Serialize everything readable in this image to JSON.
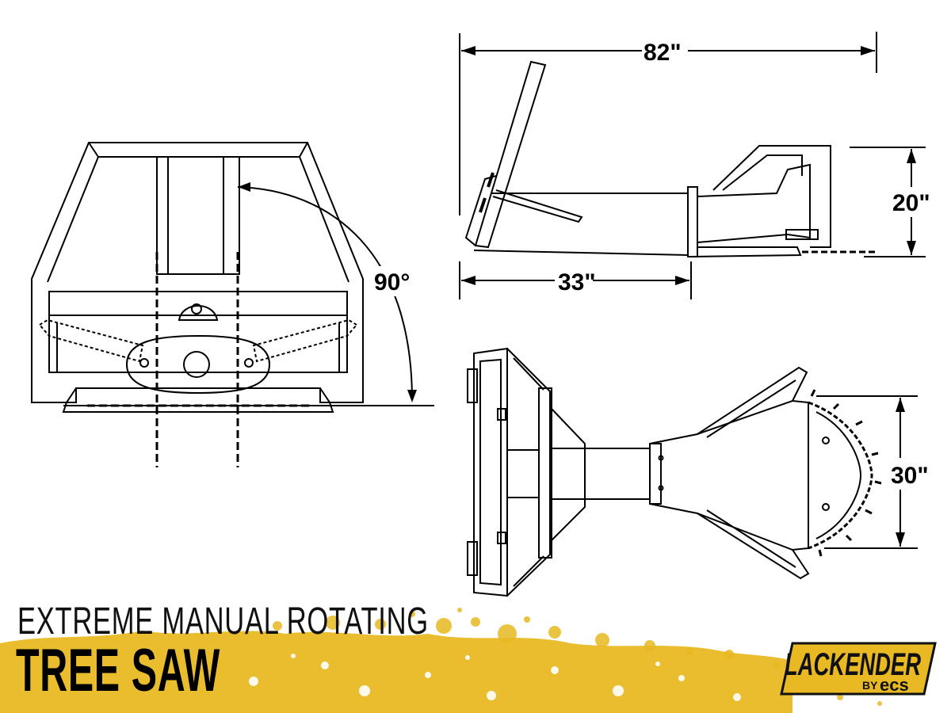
{
  "dimensions": {
    "angle": "90°",
    "overall_length": "82\"",
    "height": "20\"",
    "frame_length": "33\"",
    "blade_diameter": "30\""
  },
  "title": {
    "line1": "EXTREME MANUAL ROTATING",
    "line2": "TREE SAW"
  },
  "logo": {
    "brand": "LACKENDER",
    "by": "BY",
    "sub": "ecs"
  },
  "colors": {
    "accent_yellow": "#E8B923",
    "line": "#000000",
    "background": "#ffffff"
  }
}
